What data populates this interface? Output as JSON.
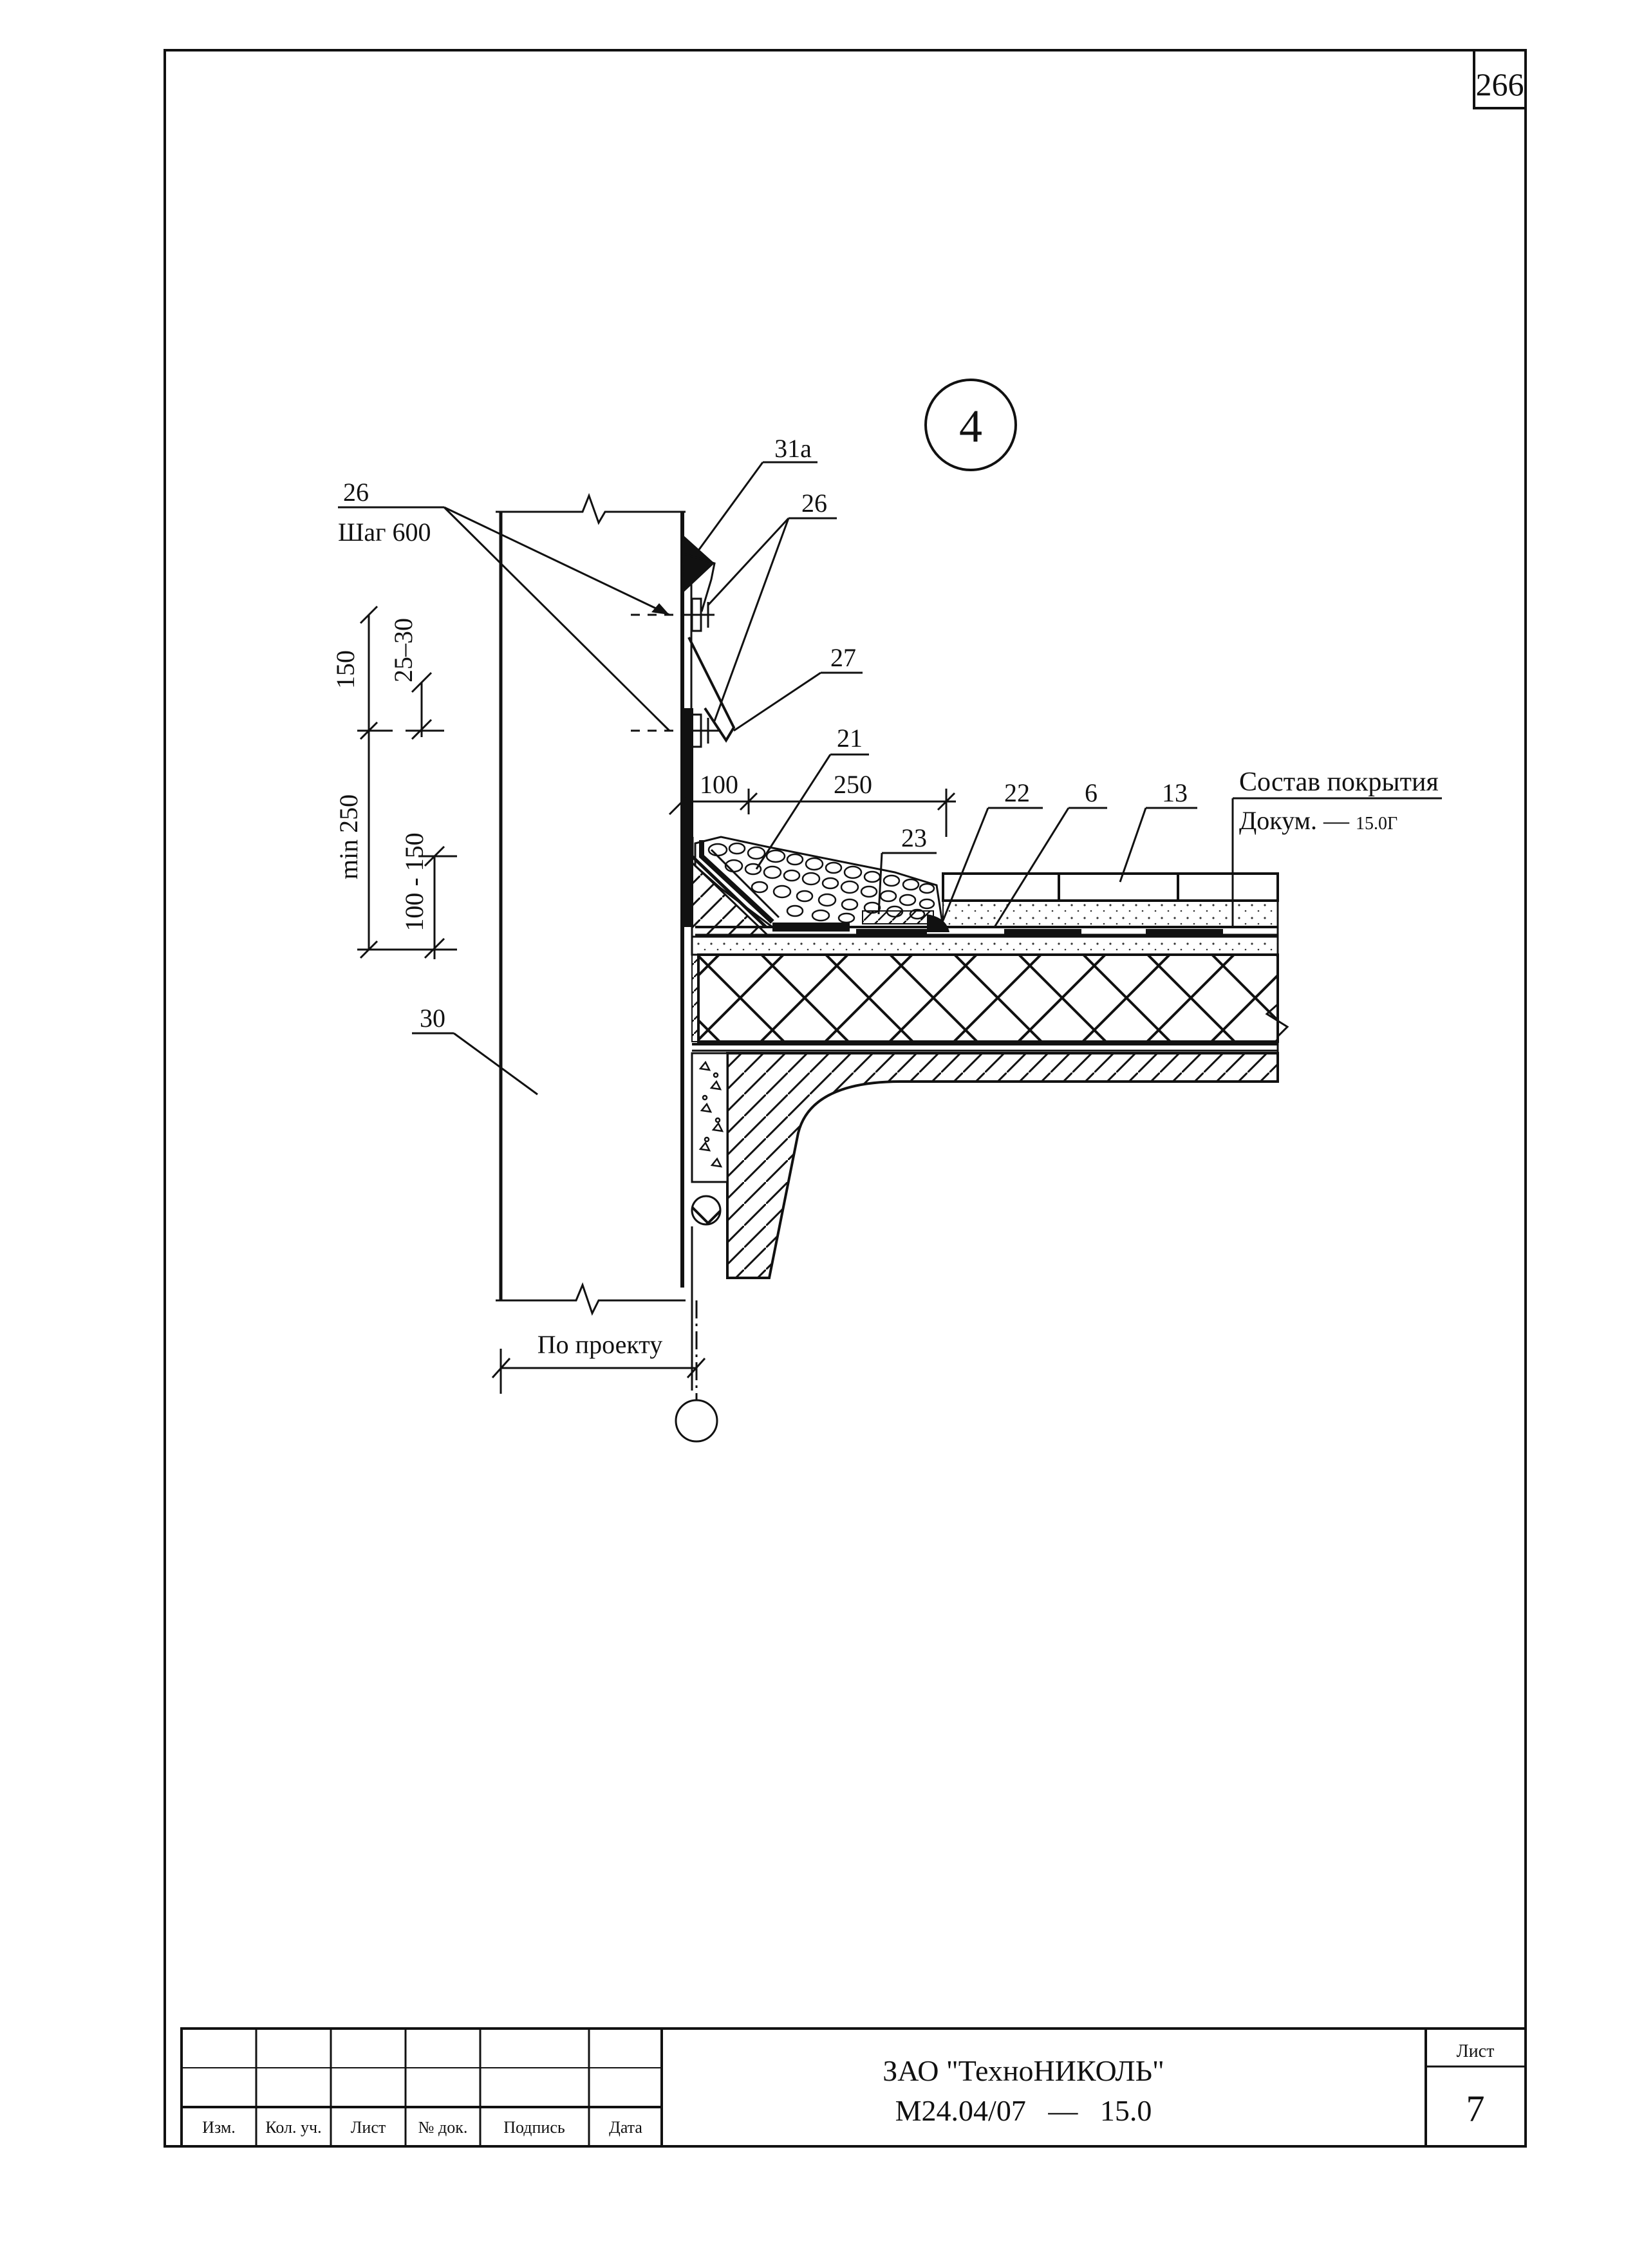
{
  "page_number": "266",
  "detail": {
    "number": "4"
  },
  "callouts": {
    "c26_left": "26",
    "step": "Шаг 600",
    "c31a": "31а",
    "c26_right": "26",
    "c27": "27",
    "c21": "21",
    "c22": "22",
    "c6": "6",
    "c13": "13",
    "c23": "23",
    "c30": "30"
  },
  "dimensions": {
    "d150": "150",
    "d25_30": "25–30",
    "d_min250": "min 250",
    "d100_150": "100 - 150",
    "d100": "100",
    "d250": "250",
    "by_project": "По проекту"
  },
  "composition": {
    "line1": "Состав покрытия",
    "line2_prefix": "Докум. —",
    "line2_ref": "15.0Г"
  },
  "title_block": {
    "col_headers": [
      "Изм.",
      "Кол. уч.",
      "Лист",
      "№ док.",
      "Подпись",
      "Дата"
    ],
    "company": "ЗАО \"ТехноНИКОЛЬ\"",
    "document": "М24.04/07   —   15.0",
    "sheet_label": "Лист",
    "sheet_number": "7"
  }
}
